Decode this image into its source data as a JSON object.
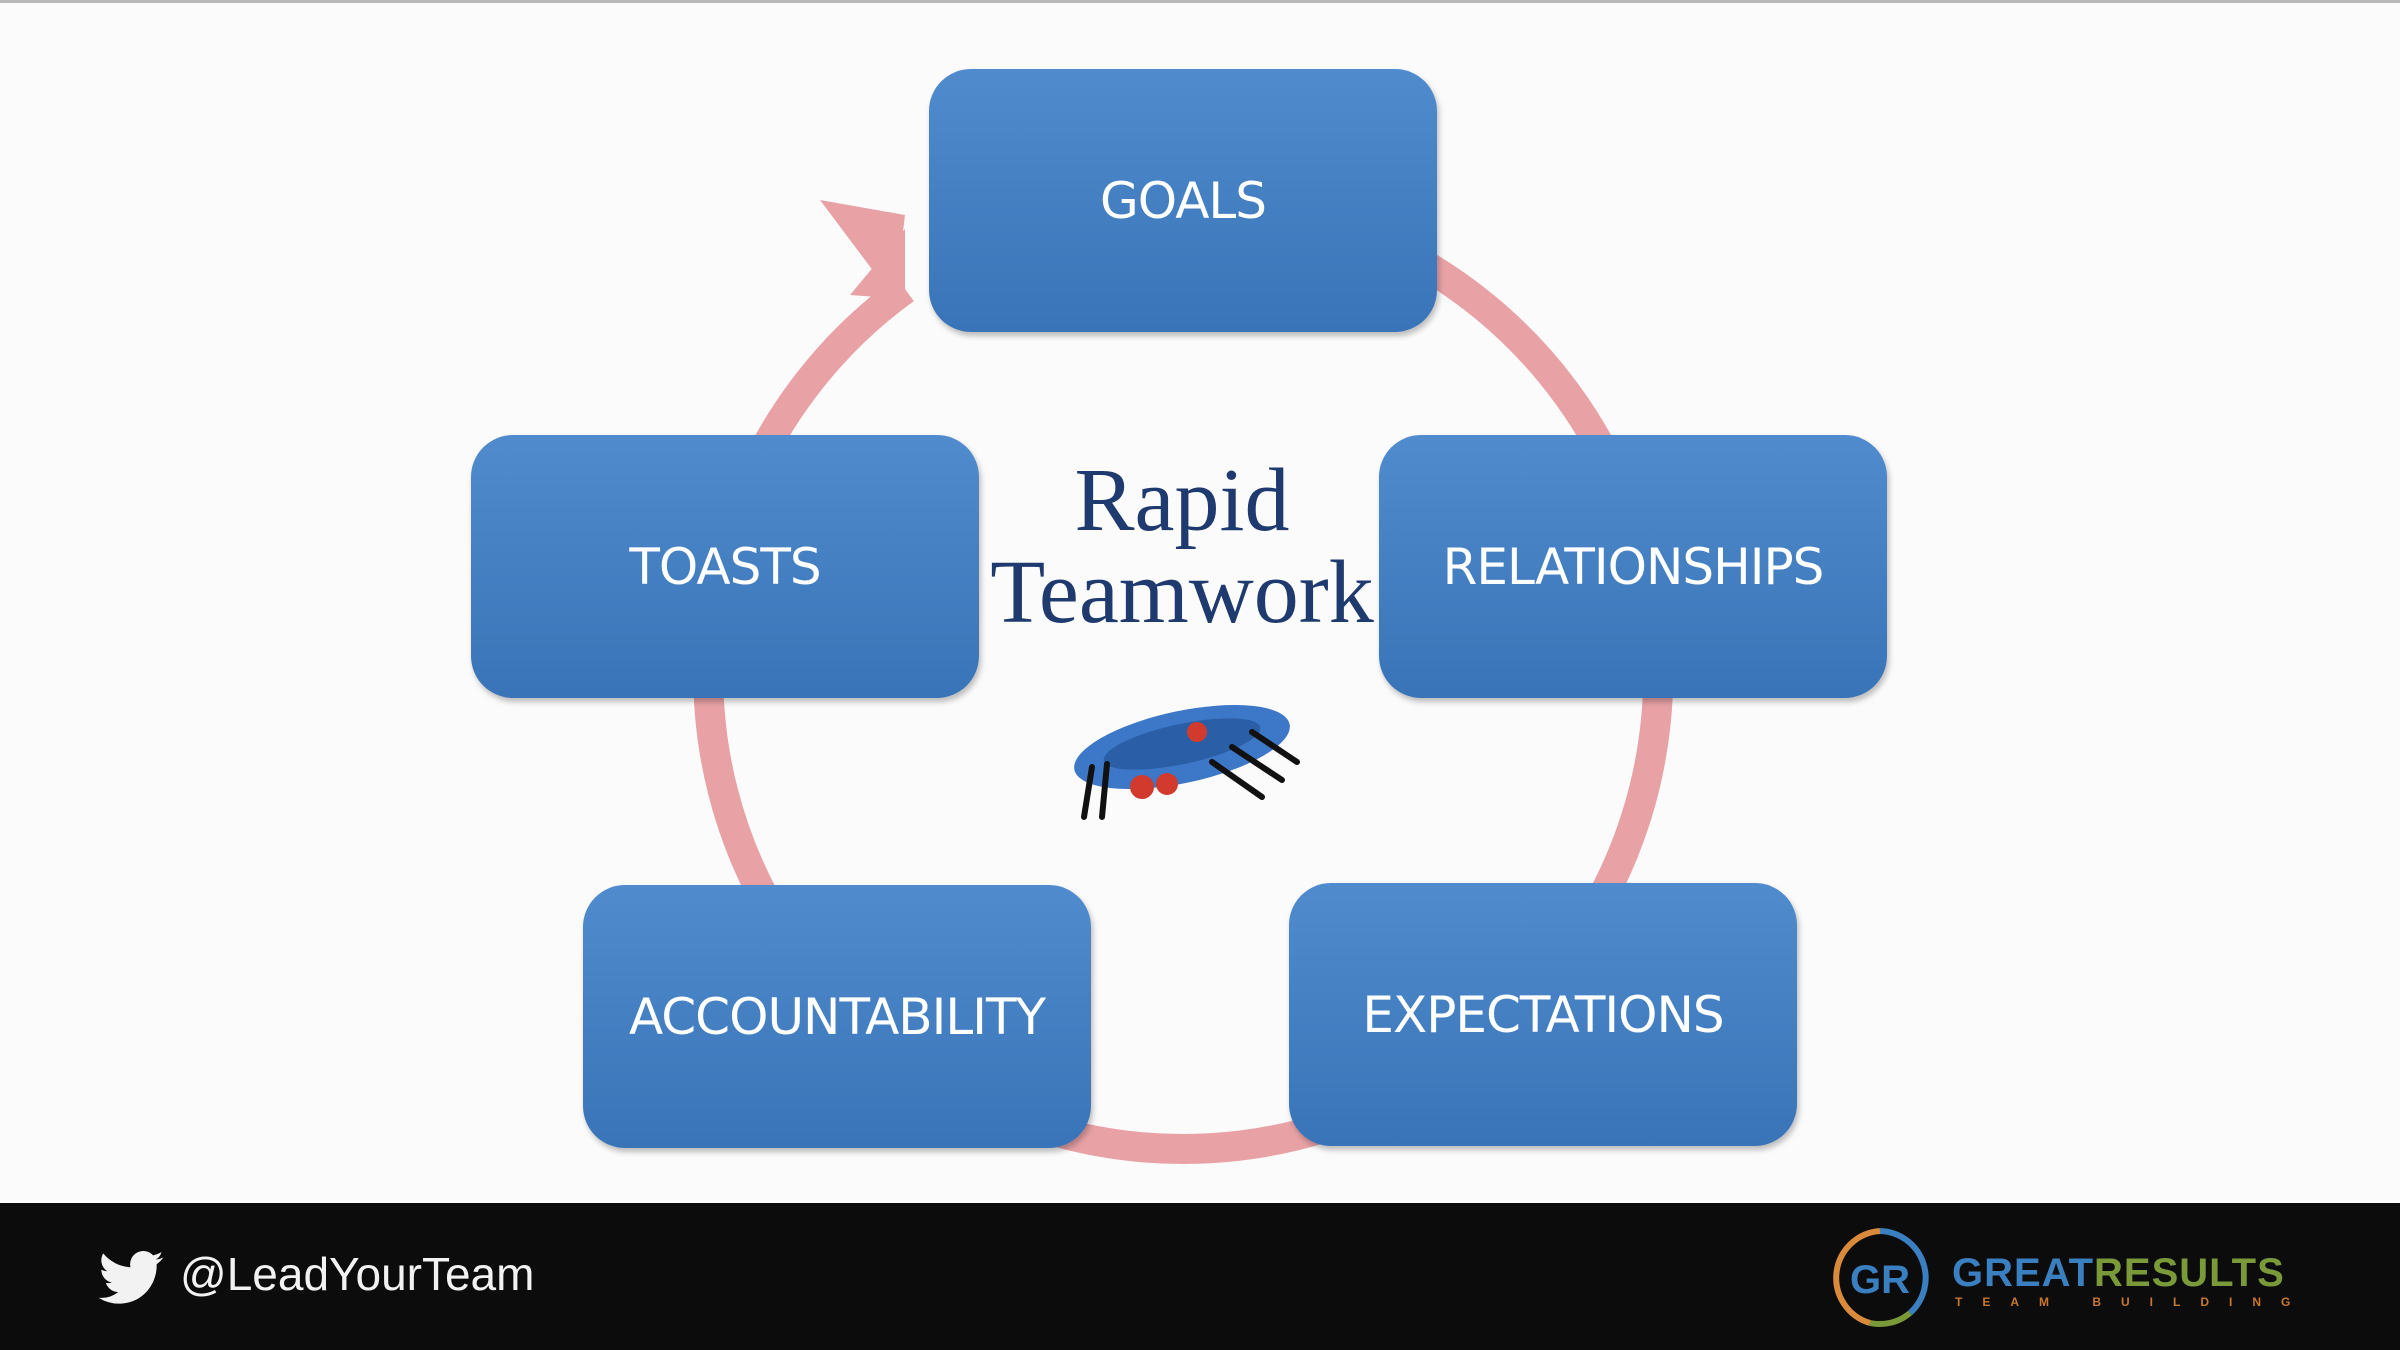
{
  "slide": {
    "title_line1": "Rapid",
    "title_line2": "Teamwork",
    "cycle_items": [
      "GOALS",
      "RELATIONSHIPS",
      "EXPECTATIONS",
      "ACCOUNTABILITY",
      "TOASTS"
    ],
    "colors": {
      "box": "#4481c4",
      "ring": "#e8a2a6",
      "title": "#1f3a6e"
    }
  },
  "footer": {
    "twitter_handle": "@LeadYourTeam",
    "logo_initials": "GR",
    "logo_word1": "GREAT",
    "logo_word2": "RESULTS",
    "logo_tagline": "TEAM BUILDING"
  }
}
